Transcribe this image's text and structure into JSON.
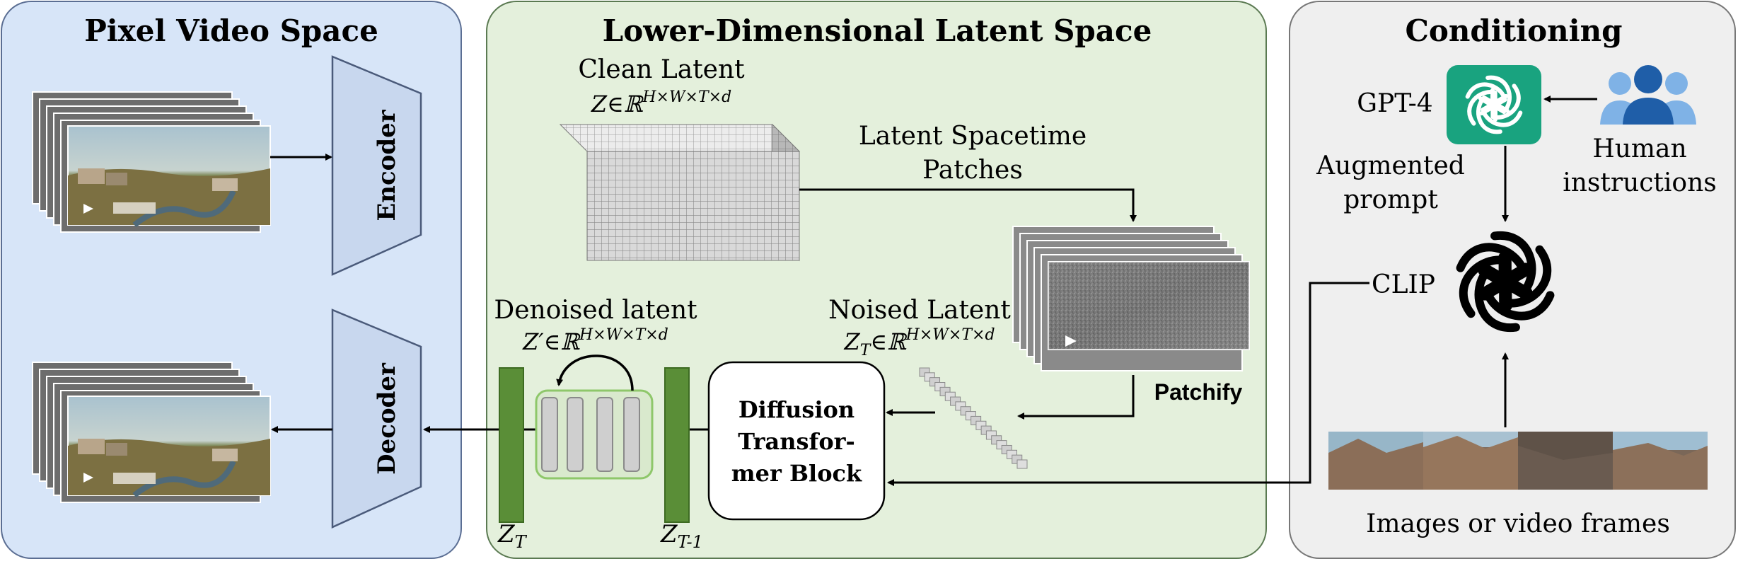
{
  "panels": {
    "pixel": {
      "title": "Pixel Video Space",
      "fill": "#d7e5f8",
      "stroke": "#5b6e93"
    },
    "latent": {
      "title": "Lower-Dimensional Latent Space",
      "fill": "#e4f0dc",
      "stroke": "#5b7a52"
    },
    "conditioning": {
      "title": "Conditioning",
      "fill": "#efefef",
      "stroke": "#777777"
    }
  },
  "labels": {
    "encoder": "Encoder",
    "decoder": "Decoder",
    "clean_latent": "Clean Latent",
    "clean_latent_formula": "Z∈ℝ",
    "clean_latent_sup": "H×W×T×d",
    "spacetime_patches_line1": "Latent Spacetime",
    "spacetime_patches_line2": "Patches",
    "patchify": "Patchify",
    "noised_latent": "Noised Latent",
    "noised_latent_formula_main": "Z",
    "noised_latent_formula_sub": "T",
    "noised_latent_formula_rest": "∈ℝ",
    "noised_latent_sup": "H×W×T×d",
    "denoised_latent": "Denoised latent",
    "denoised_latent_formula": "Z′∈ℝ",
    "denoised_latent_sup": "H×W×T×d",
    "dit_line1": "Diffusion",
    "dit_line2": "Transfor-",
    "dit_line3": "mer Block",
    "zt_main": "Z",
    "zt_sub": "T",
    "zt1_main": "Z",
    "zt1_sub": "T-1",
    "gpt4": "GPT-4",
    "augmented_line1": "Augmented",
    "augmented_line2": "prompt",
    "human_line1": "Human",
    "human_line2": "instructions",
    "clip": "CLIP",
    "frames_caption": "Images or video frames"
  },
  "colors": {
    "green_bar": "#5a8e37",
    "green_bar_stroke": "#3d6b22",
    "gpt_tile": "#19a37f",
    "people_light": "#7fb2e6",
    "people_dark": "#1f5ea8",
    "arrow": "#000000"
  },
  "icons": {
    "openai_small": "openai-logo-icon",
    "openai_large": "openai-logo-icon",
    "people": "people-group-icon",
    "play": "play-icon"
  }
}
